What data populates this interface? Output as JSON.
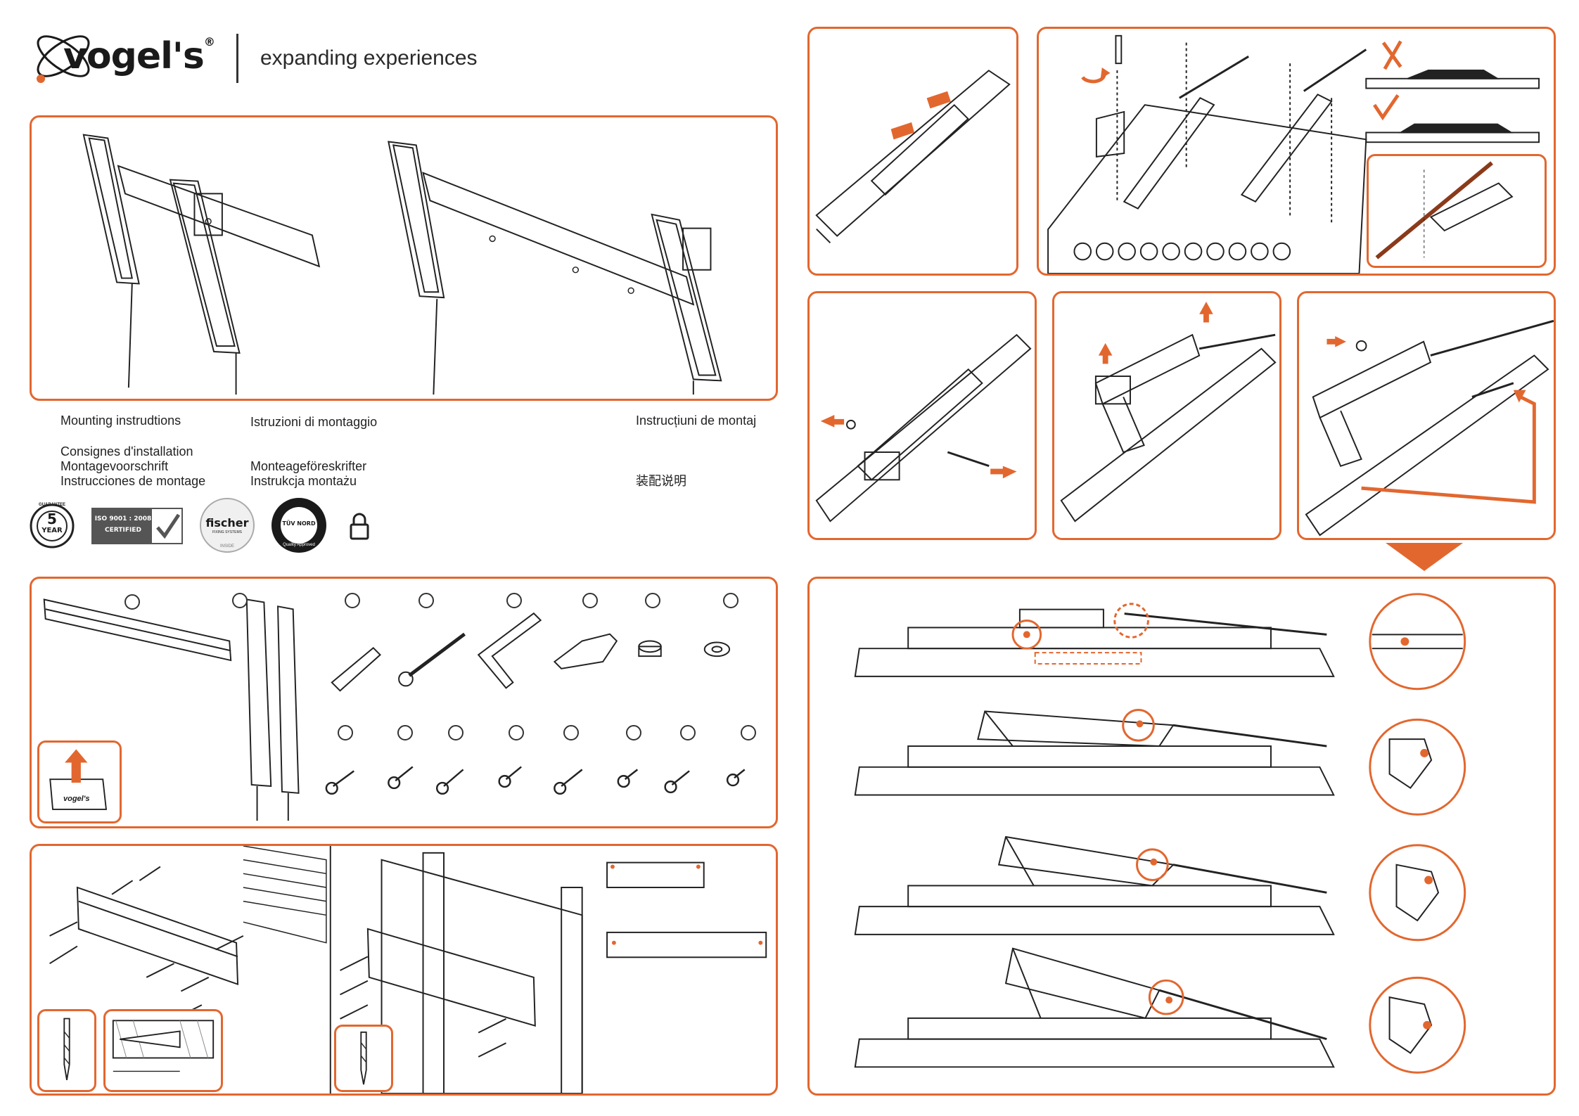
{
  "brand": {
    "name": "vogel's",
    "registered": "®",
    "tagline": "expanding experiences"
  },
  "languages": {
    "col1_row1": "Mounting instrudtions",
    "col1_row2": "Consignes d'installation",
    "col1_row3": "Montagevoorschrift",
    "col1_row4": "Instrucciones de montage",
    "col2_row1": "Istruzioni di montaggio",
    "col2_row3": "Monteageföreskrifter",
    "col2_row4": "Instrukcja montażu",
    "col3_row1": "Instrucțiuni de montaj",
    "col3_row2": "装配说明"
  },
  "badges": {
    "guarantee_top": "GUARANTEE",
    "guarantee_years": "5",
    "guarantee_unit": "YEAR",
    "iso_line1": "ISO 9001 : 2008",
    "iso_line2": "CERTIFIED",
    "fischer": "fischer",
    "fischer_sub": "FIXING SYSTEMS",
    "fischer_ring": "INSIDE",
    "tuv": "TÜV NORD",
    "tuv_ring": "Quality Approved"
  },
  "icons": {
    "logo": "orbit-logo-icon",
    "lock": "padlock-icon",
    "check": "checkmark-icon",
    "cross": "cross-icon",
    "arrow": "orange-arrow-icon"
  },
  "colors": {
    "accent": "#e2672f",
    "ink": "#1a1a1a"
  },
  "box_label": "vogel's"
}
